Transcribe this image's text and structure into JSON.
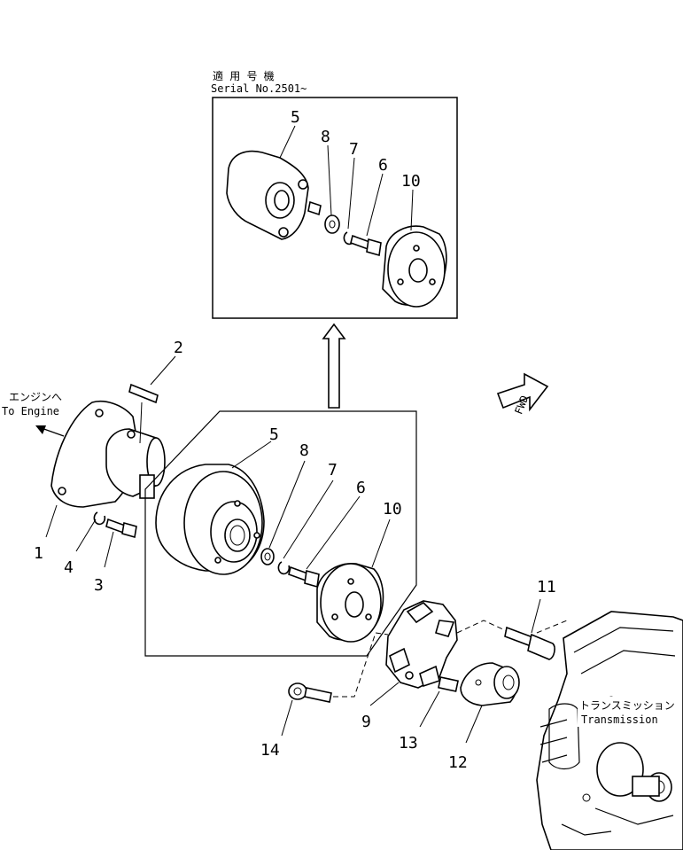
{
  "inset": {
    "header_jp": "適 用 号 機",
    "header_en": "Serial No.2501~",
    "labels": [
      "5",
      "8",
      "7",
      "6",
      "10"
    ]
  },
  "annotations": {
    "engine_jp": "エンジンへ",
    "engine_en": "To Engine",
    "transmission_jp": "トランスミッション",
    "transmission_en": "Transmission",
    "fwd": "FWD"
  },
  "part_labels": [
    "1",
    "2",
    "3",
    "4",
    "5",
    "6",
    "7",
    "8",
    "9",
    "10",
    "11",
    "12",
    "13",
    "14"
  ]
}
